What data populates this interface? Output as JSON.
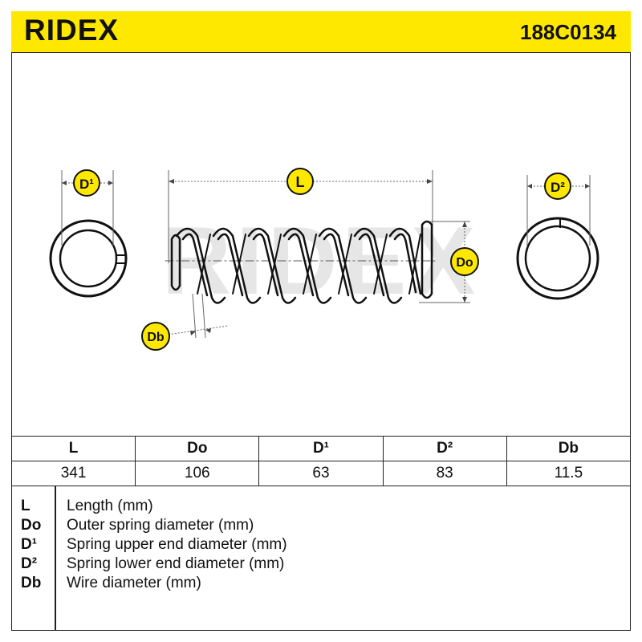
{
  "header": {
    "brand": "RIDEX",
    "part_number": "188C0134",
    "color": "#ffe800"
  },
  "drawing": {
    "labels": {
      "d1": "D¹",
      "l": "L",
      "d2": "D²",
      "do": "Do",
      "db": "Db"
    },
    "watermark": "RIDEX",
    "label_badge_color": "#ffe800"
  },
  "spec_table": {
    "headers": [
      "L",
      "Do",
      "D¹",
      "D²",
      "Db"
    ],
    "values": [
      "341",
      "106",
      "63",
      "83",
      "11.5"
    ]
  },
  "legend": [
    {
      "key": "L",
      "desc": "Length (mm)"
    },
    {
      "key": "Do",
      "desc": "Outer spring diameter (mm)"
    },
    {
      "key": "D¹",
      "desc": "Spring upper end diameter (mm)"
    },
    {
      "key": "D²",
      "desc": "Spring lower end diameter (mm)"
    },
    {
      "key": "Db",
      "desc": "Wire diameter (mm)"
    }
  ]
}
